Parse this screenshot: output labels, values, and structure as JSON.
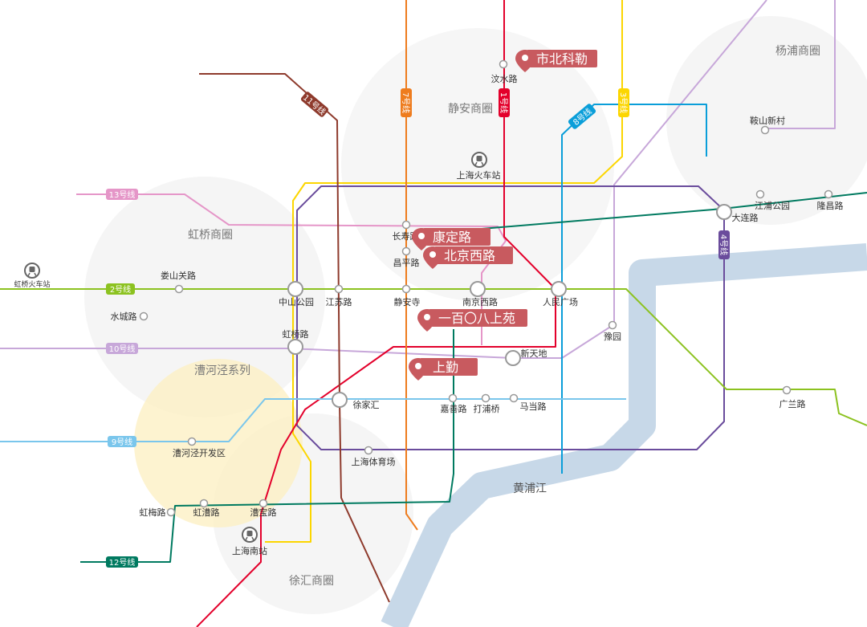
{
  "areas": {
    "jingan": "静安商圈",
    "hongqiao": "虹桥商圈",
    "yangpu": "杨浦商圈",
    "xuhui": "徐汇商圈",
    "caohejing": "漕河泾系列"
  },
  "river": {
    "name": "黄浦江"
  },
  "lines": {
    "l1": "1号线",
    "l2": "2号线",
    "l3": "3号线",
    "l4": "4号线",
    "l7": "7号线",
    "l8": "8号线",
    "l9": "9号线",
    "l10": "10号线",
    "l11": "11号线",
    "l12": "12号线",
    "l13": "13号线"
  },
  "line_colors": {
    "l1": "#e3002b",
    "l2": "#8cc220",
    "l3": "#fcd600",
    "l4": "#6a4c9c",
    "l7": "#ee7c1e",
    "l8": "#0a9ed9",
    "l9": "#7ac6ec",
    "l10": "#c7a7d9",
    "l11": "#8e3a2c",
    "l12": "#007a60",
    "l13": "#e596c8"
  },
  "stations": {
    "wenshui": "汶水路",
    "anshan": "鞍山新村",
    "shanghai_station": "上海火车站",
    "jiangpu": "江浦公园",
    "longchang": "隆昌路",
    "dalian": "大连路",
    "changshou": "长寿路",
    "changping": "昌平路",
    "hongqiao_station": "虹桥火车站",
    "loushanguan": "娄山关路",
    "zhongshan": "中山公园",
    "jiangsu": "江苏路",
    "jingansi": "静安寺",
    "nanjingxi": "南京西路",
    "renmin": "人民广场",
    "shuicheng": "水城路",
    "hongqiao_road": "虹桥路",
    "yuyuan": "豫园",
    "xintiandi": "新天地",
    "xujiahui": "徐家汇",
    "jiashan": "嘉善路",
    "dapuqiao": "打浦桥",
    "madang": "马当路",
    "guanglan": "广兰路",
    "caohejing_dev": "漕河泾开发区",
    "stadium": "上海体育场",
    "hongmei": "虹梅路",
    "hongcao": "虹漕路",
    "caobao": "漕宝路",
    "south_station": "上海南站"
  },
  "pois": {
    "shibei": "市北科勒",
    "kangding": "康定路",
    "beijingxi": "北京西路",
    "yibailingba": "一百〇八上苑",
    "shangqin": "上勤"
  },
  "poi_color": "#c85a5f",
  "river_color": "#c7d8e8",
  "caohejing_glow": "#fdf0c4",
  "icons": {
    "train": "train-station-icon",
    "poi": "location-pin-icon"
  }
}
